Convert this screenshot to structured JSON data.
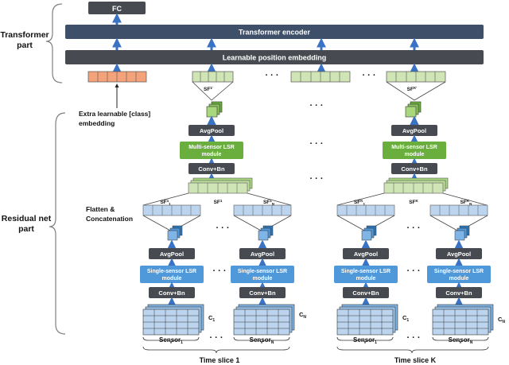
{
  "sections": {
    "transformer_line1": "Transformer",
    "transformer_line2": "part",
    "residual_line1": "Residual net",
    "residual_line2": "part"
  },
  "top": {
    "fc": "FC",
    "encoder": "Transformer encoder",
    "position": "Learnable position embedding"
  },
  "class_embedding": {
    "line1": "Extra learnable [class]",
    "line2": "embedding"
  },
  "tokens": {
    "sf1_prime": "SF",
    "sf1_prime_sup": "1'",
    "sfk_prime": "SF",
    "sfk_prime_sup": "K'",
    "dots": "· · ·"
  },
  "multi_sensor": {
    "avgpool": "AvgPool",
    "lsr_line1": "Multi-sensor LSR",
    "lsr_line2": "module",
    "conv": "Conv+Bn",
    "dots": "· · ·"
  },
  "flatten": {
    "line1": "Flatten &",
    "line2": "Concatenation"
  },
  "slice1": {
    "sf": "SF",
    "sf_sup": "1",
    "sf_left": "SF",
    "sf_left_sup": "1",
    "sf_left_sub": "1",
    "sf_right": "SF",
    "sf_right_sup": "1",
    "sf_right_sub": "N",
    "avgpool": "AvgPool",
    "lsr_line1": "Single-sensor LSR",
    "lsr_line2": "module",
    "conv": "Conv+Bn",
    "c_left": "C",
    "c_left_sub": "1",
    "c_right": "C",
    "c_right_sub": "N",
    "sensor_left": "Sensor",
    "sensor_left_sub": "1",
    "sensor_right": "Sensor",
    "sensor_right_sub": "N",
    "time_label": "Time slice 1",
    "dots": "· · ·"
  },
  "slicek": {
    "sf": "SF",
    "sf_sup": "K",
    "sf_left": "SF",
    "sf_left_sup": "K",
    "sf_left_sub": "1",
    "sf_right": "SF",
    "sf_right_sup": "K",
    "sf_right_sub": "N",
    "avgpool": "AvgPool",
    "lsr_line1": "Single-sensor LSR",
    "lsr_line2": "module",
    "conv": "Conv+Bn",
    "c_left": "C",
    "c_left_sub": "1",
    "c_right": "C",
    "c_right_sub": "N",
    "sensor_left": "Sensor",
    "sensor_left_sub": "1",
    "sensor_right": "Sensor",
    "sensor_right_sub": "N",
    "time_label": "Time slice K",
    "dots": "· · ·"
  },
  "colors": {
    "dark_box": "#474b51",
    "encoder_box": "#3e4f69",
    "arrow": "#3b73c4",
    "green_box": "#6aae3e",
    "blue_box": "#4f98d9",
    "orange_token": "#f4a27a",
    "green_token": "#cfe5b5",
    "blue_token": "#bcd4ee",
    "bracket": "#7f7f7f"
  }
}
